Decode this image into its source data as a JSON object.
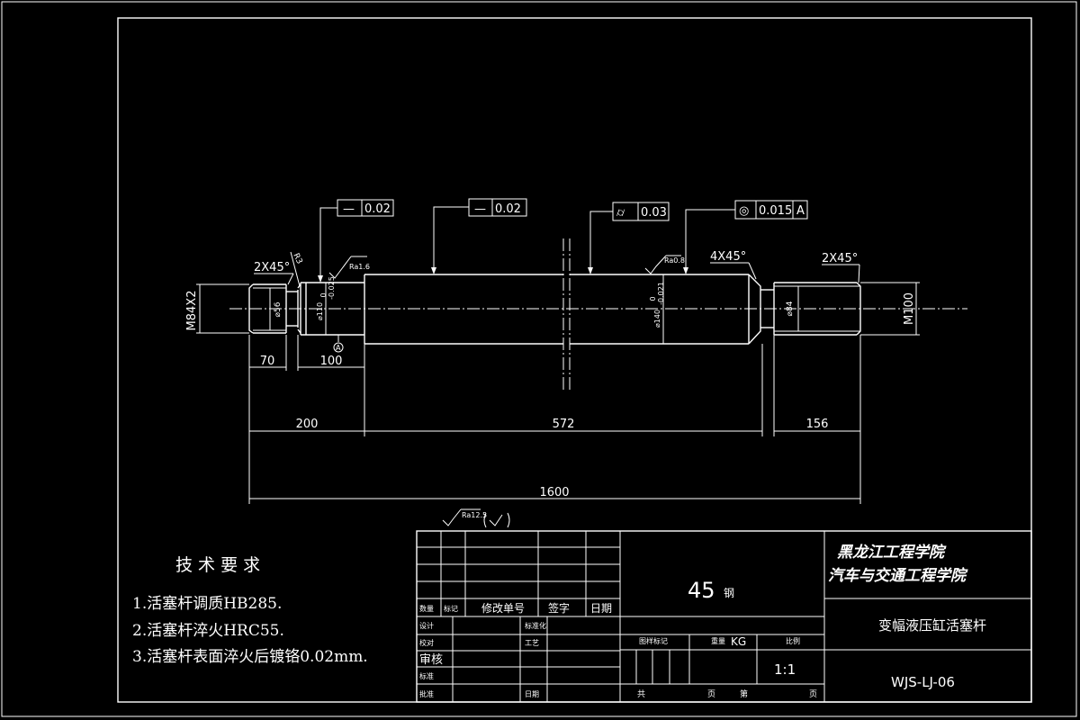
{
  "drawing": {
    "gdt": {
      "f1": {
        "symbol": "—",
        "value": "0.02"
      },
      "f2": {
        "symbol": "—",
        "value": "0.02"
      },
      "f3": {
        "symbol": "⌭",
        "value": "0.03"
      },
      "f4": {
        "symbol": "◎",
        "value": "0.015",
        "datum": "A"
      }
    },
    "chamfers": {
      "left": "2X45°",
      "mid": "4X45°",
      "right": "2X45°"
    },
    "radius": "R3",
    "roughness": {
      "r1": "Ra1.6",
      "r2": "Ra0.8",
      "general": "Ra12.5"
    },
    "diameters": {
      "thread_left": "M84X2",
      "d56": "⌀56",
      "d110": "⌀110",
      "tol110_up": "0",
      "tol110_low": "-0.025",
      "d140": "⌀140",
      "tol140_up": "0",
      "tol140_low": "-0.021",
      "d84": "⌀84",
      "thread_right": "M100"
    },
    "datum": "A",
    "dims": {
      "d70": "70",
      "d100": "100",
      "d200": "200",
      "d572": "572",
      "d156": "156",
      "d1600": "1600"
    }
  },
  "requirements": {
    "title": "技 术 要 求",
    "items": [
      "1.活塞杆调质HB285.",
      "2.活塞杆淬火HRC55.",
      "3.活塞杆表面淬火后镀铬0.02mm."
    ]
  },
  "title_block": {
    "material": "45",
    "material_suffix": "钢",
    "school": "黑龙江工程学院",
    "college": "汽车与交通工程学院",
    "part_name": "变幅液压缸活塞杆",
    "drawing_no": "WJS-LJ-06",
    "hdr_count": "数量",
    "hdr_mark": "标记",
    "hdr_change": "修改单号",
    "hdr_sign": "签字",
    "hdr_date": "日期",
    "design": "设计",
    "std": "标准化",
    "proofread": "校对",
    "craft": "工艺",
    "review": "审核",
    "std2": "标准",
    "approve": "批准",
    "date": "日期",
    "stage_mark": "图样标记",
    "weight": "重量",
    "weight_unit": "KG",
    "scale_label": "比例",
    "scale": "1:1",
    "total": "共",
    "sheet": "页",
    "no": "第",
    "sheet2": "页"
  }
}
